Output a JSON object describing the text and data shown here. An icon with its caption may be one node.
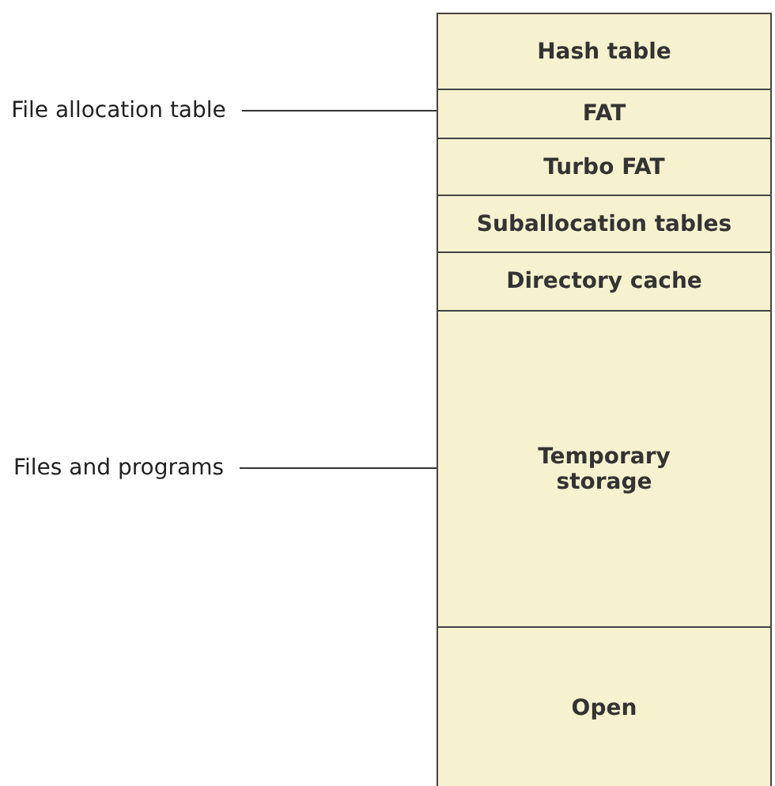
{
  "diagram": {
    "nodes": [
      {
        "text": [
          "File allocation table"
        ]
      },
      {
        "text": [
          "Files and programs"
        ]
      },
      {
        "text": [
          "Hash table"
        ]
      },
      {
        "text": [
          "FAT"
        ]
      },
      {
        "text": [
          "Turbo FAT"
        ]
      },
      {
        "text": [
          "Suballocation tables"
        ]
      },
      {
        "text": [
          "Directory cache"
        ]
      },
      {
        "text": [
          "Temporary storage"
        ]
      },
      {
        "text": [
          "Open"
        ]
      }
    ],
    "edges": [
      {
        "from": 0,
        "to": 3,
        "arrow": "none"
      },
      {
        "from": 1,
        "to": 7,
        "arrow": "none"
      }
    ]
  }
}
